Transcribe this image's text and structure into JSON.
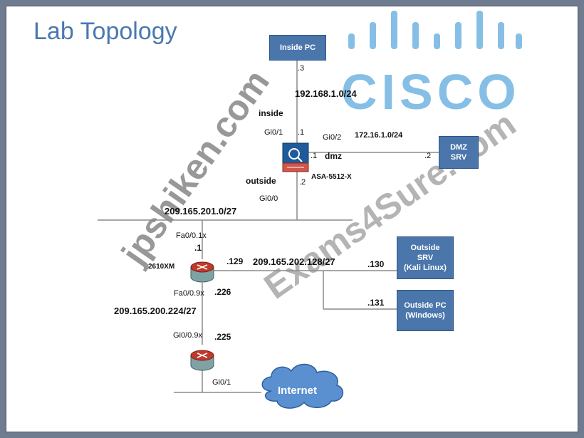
{
  "title": "Lab Topology",
  "logo": {
    "text": "CISCO",
    "color": "#86bfe6"
  },
  "watermarks": {
    "pattern": "Exams4Sure",
    "site_1": "Exams4Sure.com",
    "site_2": "jpshiken.com"
  },
  "colors": {
    "box_fill": "#4a76ab",
    "link": "#8a8a8a",
    "firewall": "#1f5a9a",
    "router": "#c0392b",
    "cloud": "#5a8fd0"
  },
  "nodes": {
    "inside_pc": "Inside PC",
    "dmz_srv": "DMZ\nSRV",
    "outside_srv": "Outside\nSRV\n(Kali Linux)",
    "outside_pc": "Outside PC\n(Windows)",
    "internet": "Internet",
    "asa": "ASA-5512-X",
    "router1": "2610XM"
  },
  "labels": {
    "inside_pc_host": ".3",
    "inside_net": "192.168.1.0/24",
    "inside_zone": "inside",
    "asa_gi01": "Gi0/1",
    "asa_inside_host": ".1",
    "asa_gi02": "Gi0/2",
    "dmz_net": "172.16.1.0/24",
    "asa_dmz_host": ".1",
    "dmz_zone": "dmz",
    "dmz_srv_host": ".2",
    "outside_zone": "outside",
    "asa_outside_host": ".2",
    "asa_gi00": "Gi0/0",
    "outside_net": "209.165.201.0/27",
    "r1_fa01": "Fa0/0.1x",
    "r1_outside_host": ".1",
    "r1_lan_host": ".129",
    "lan_net": "209.165.202.128/27",
    "outside_srv_host": ".130",
    "outside_pc_host": ".131",
    "r1_fa09": "Fa0/0.9x",
    "r1_p2p_host": ".226",
    "p2p_net": "209.165.200.224/27",
    "r2_gi009": "Gi0/0.9x",
    "r2_p2p_host": ".225",
    "r2_gi01": "Gi0/1"
  }
}
